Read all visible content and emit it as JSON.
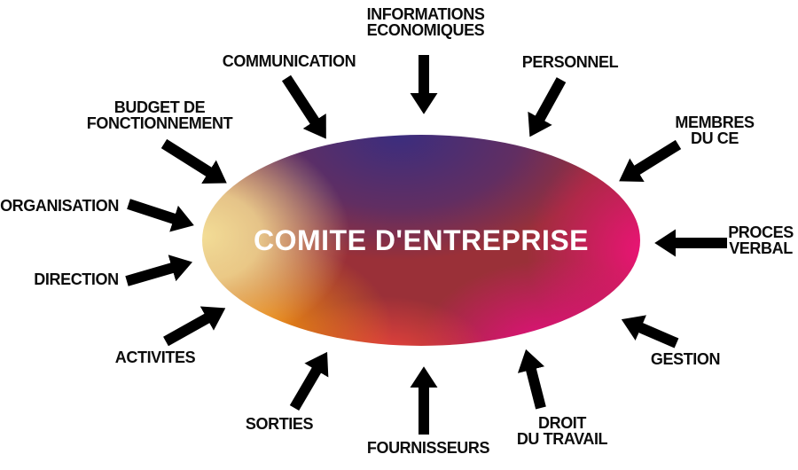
{
  "title": {
    "text": "COMITE D'ENTREPRISE"
  },
  "labels": {
    "informations_economiques": "INFORMATIONS\nECONOMIQUES",
    "communication": "COMMUNICATION",
    "personnel": "PERSONNEL",
    "budget_fonctionnement": "BUDGET DE\nFONCTIONNEMENT",
    "membres_ce": "MEMBRES\nDU CE",
    "organisation": "ORGANISATION",
    "proces_verbal": "PROCES\nVERBAL",
    "direction": "DIRECTION",
    "activites": "ACTIVITES",
    "sorties": "SORTIES",
    "fournisseurs": "FOURNISSEURS",
    "droit_travail": "DROIT\nDU TRAVAIL",
    "gestion": "GESTION"
  },
  "colors": {
    "background": "#ffffff",
    "label_text": "#0c0c0c",
    "arrow": "#000000",
    "title_text": "#ffffff",
    "ellipse_left_cream": "#f3dd96",
    "ellipse_top_indigo": "#3b2d7e",
    "ellipse_center_maroon": "#9a3038",
    "ellipse_right_magenta": "#ee1278",
    "ellipse_bottom_right_magenta": "#ec0b86",
    "ellipse_bottom_center_red": "#f5463c",
    "ellipse_bottom_left_orange": "#f6940c"
  }
}
